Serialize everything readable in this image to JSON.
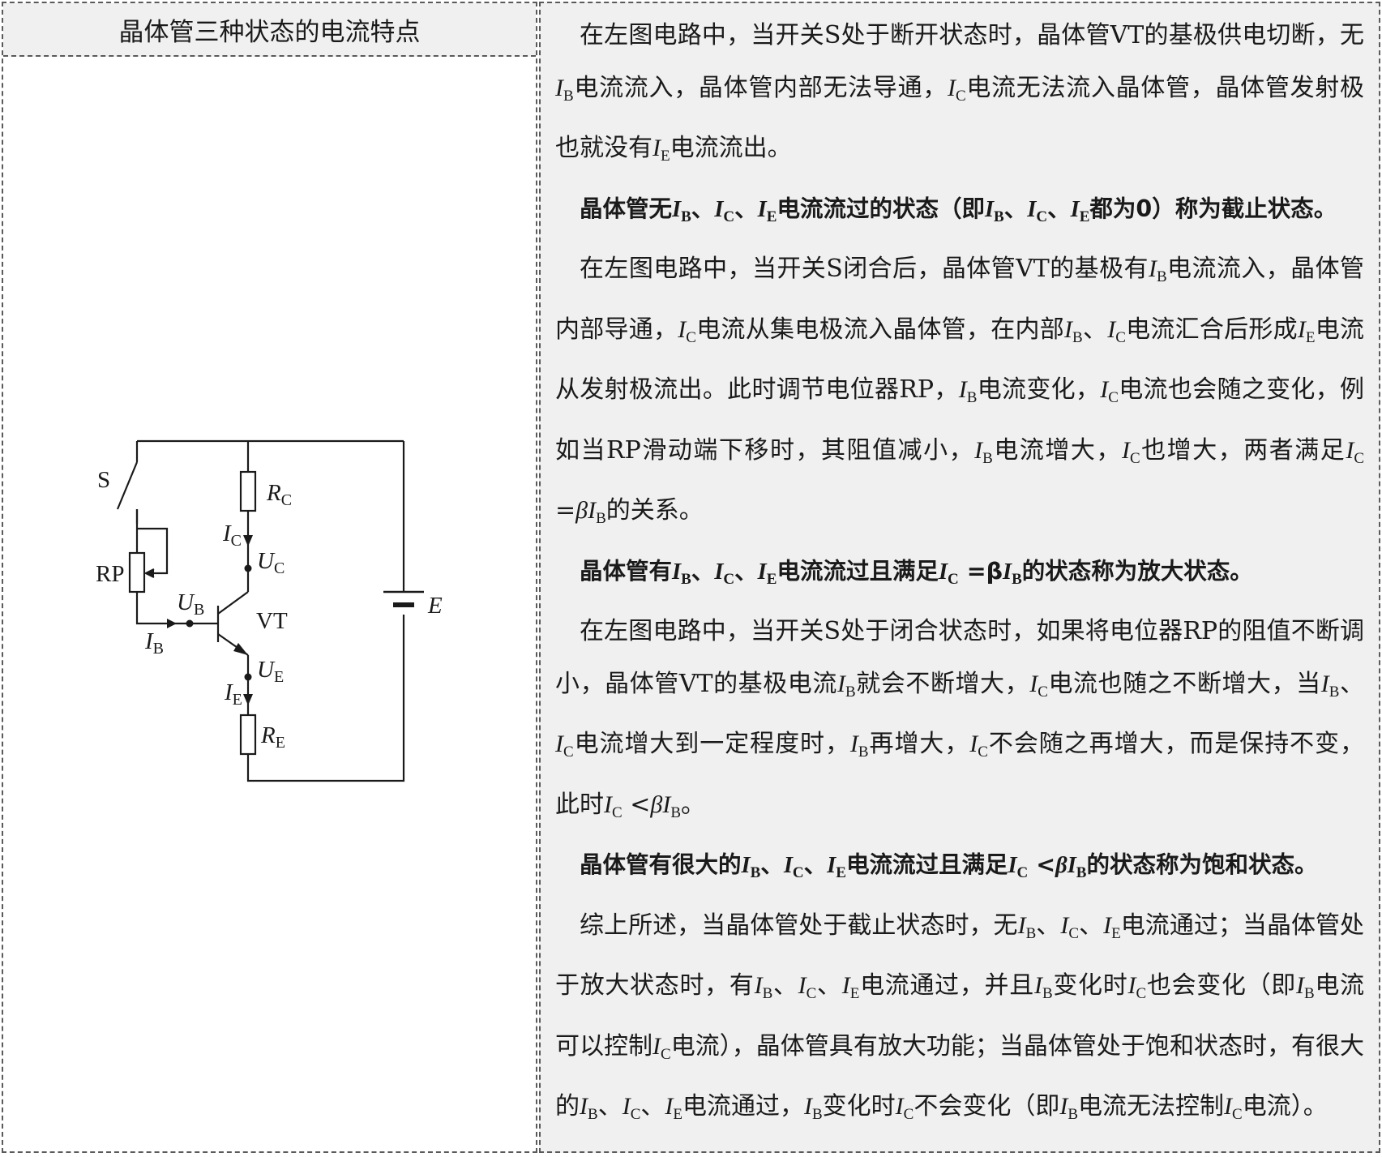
{
  "left": {
    "header": "晶体管三种状态的电流特点"
  },
  "circuit": {
    "labels": {
      "s": "S",
      "rp": "RP",
      "rc_main": "R",
      "rc_sub": "C",
      "ic_main": "I",
      "ic_sub": "C",
      "uc_main": "U",
      "uc_sub": "C",
      "ub_main": "U",
      "ub_sub": "B",
      "ib_main": "I",
      "ib_sub": "B",
      "vt": "VT",
      "ue_main": "U",
      "ue_sub": "E",
      "ie_main": "I",
      "ie_sub": "E",
      "re_main": "R",
      "re_sub": "E",
      "e": "E"
    }
  },
  "right": {
    "paragraphs": [
      {
        "bold": false,
        "segments": [
          {
            "t": "在左图电路中，当开关S处于断开状态时，晶体管VT的基极供电切断，无"
          },
          {
            "v": "I",
            "s": "B"
          },
          {
            "t": "电流流入，晶体管内部无法导通，"
          },
          {
            "v": "I",
            "s": "C"
          },
          {
            "t": "电流无法流入晶体管，晶体管发射极也就没有"
          },
          {
            "v": "I",
            "s": "E"
          },
          {
            "t": "电流流出。"
          }
        ]
      },
      {
        "bold": true,
        "segments": [
          {
            "t": "晶体管无"
          },
          {
            "v": "I",
            "s": "B"
          },
          {
            "t": "、"
          },
          {
            "v": "I",
            "s": "C"
          },
          {
            "t": "、"
          },
          {
            "v": "I",
            "s": "E"
          },
          {
            "t": "电流流过的状态（即"
          },
          {
            "v": "I",
            "s": "B"
          },
          {
            "t": "、"
          },
          {
            "v": "I",
            "s": "C"
          },
          {
            "t": "、"
          },
          {
            "v": "I",
            "s": "E"
          },
          {
            "t": "都为0）称为截止状态。"
          }
        ]
      },
      {
        "bold": false,
        "segments": [
          {
            "t": "在左图电路中，当开关S闭合后，晶体管VT的基极有"
          },
          {
            "v": "I",
            "s": "B"
          },
          {
            "t": "电流流入，晶体管内部导通，"
          },
          {
            "v": "I",
            "s": "C"
          },
          {
            "t": "电流从集电极流入晶体管，在内部"
          },
          {
            "v": "I",
            "s": "B"
          },
          {
            "t": "、"
          },
          {
            "v": "I",
            "s": "C"
          },
          {
            "t": "电流汇合后形成"
          },
          {
            "v": "I",
            "s": "E"
          },
          {
            "t": "电流从发射极流出。此时调节电位器RP，"
          },
          {
            "v": "I",
            "s": "B"
          },
          {
            "t": "电流变化，"
          },
          {
            "v": "I",
            "s": "C"
          },
          {
            "t": "电流也会随之变化，例如当RP滑动端下移时，其阻值减小，"
          },
          {
            "v": "I",
            "s": "B"
          },
          {
            "t": "电流增大，"
          },
          {
            "v": "I",
            "s": "C"
          },
          {
            "t": "也增大，两者满足"
          },
          {
            "v": "I",
            "s": "C"
          },
          {
            "t": " ="
          },
          {
            "v": "βI",
            "s": "B"
          },
          {
            "t": "的关系。"
          }
        ]
      },
      {
        "bold": true,
        "segments": [
          {
            "t": "晶体管有"
          },
          {
            "v": "I",
            "s": "B"
          },
          {
            "t": "、"
          },
          {
            "v": "I",
            "s": "C"
          },
          {
            "t": "、"
          },
          {
            "v": "I",
            "s": "E"
          },
          {
            "t": "电流流过且满足"
          },
          {
            "v": "I",
            "s": "C"
          },
          {
            "t": " =β"
          },
          {
            "v": "I",
            "s": "B"
          },
          {
            "t": "的状态称为放大状态。"
          }
        ]
      },
      {
        "bold": false,
        "segments": [
          {
            "t": "在左图电路中，当开关S处于闭合状态时，如果将电位器RP的阻值不断调小，晶体管VT的基极电流"
          },
          {
            "v": "I",
            "s": "B"
          },
          {
            "t": "就会不断增大，"
          },
          {
            "v": "I",
            "s": "C"
          },
          {
            "t": "电流也随之不断增大，当"
          },
          {
            "v": "I",
            "s": "B"
          },
          {
            "t": "、"
          },
          {
            "v": "I",
            "s": "C"
          },
          {
            "t": "电流增大到一定程度时，"
          },
          {
            "v": "I",
            "s": "B"
          },
          {
            "t": "再增大，"
          },
          {
            "v": "I",
            "s": "C"
          },
          {
            "t": "不会随之再增大，而是保持不变，此时"
          },
          {
            "v": "I",
            "s": "C"
          },
          {
            "t": " <"
          },
          {
            "v": "βI",
            "s": "B"
          },
          {
            "t": "。"
          }
        ]
      },
      {
        "bold": true,
        "segments": [
          {
            "t": "晶体管有很大的"
          },
          {
            "v": "I",
            "s": "B"
          },
          {
            "t": "、"
          },
          {
            "v": "I",
            "s": "C"
          },
          {
            "t": "、"
          },
          {
            "v": "I",
            "s": "E"
          },
          {
            "t": "电流流过且满足"
          },
          {
            "v": "I",
            "s": "C"
          },
          {
            "t": " <"
          },
          {
            "v": "βI",
            "s": "B"
          },
          {
            "t": "的状态称为饱和状态。"
          }
        ]
      },
      {
        "bold": false,
        "segments": [
          {
            "t": "综上所述，当晶体管处于截止状态时，无"
          },
          {
            "v": "I",
            "s": "B"
          },
          {
            "t": "、"
          },
          {
            "v": "I",
            "s": "C"
          },
          {
            "t": "、"
          },
          {
            "v": "I",
            "s": "E"
          },
          {
            "t": "电流通过；当晶体管处于放大状态时，有"
          },
          {
            "v": "I",
            "s": "B"
          },
          {
            "t": "、"
          },
          {
            "v": "I",
            "s": "C"
          },
          {
            "t": "、"
          },
          {
            "v": "I",
            "s": "E"
          },
          {
            "t": "电流通过，并且"
          },
          {
            "v": "I",
            "s": "B"
          },
          {
            "t": "变化时"
          },
          {
            "v": "I",
            "s": "C"
          },
          {
            "t": "也会变化（即"
          },
          {
            "v": "I",
            "s": "B"
          },
          {
            "t": "电流可以控制"
          },
          {
            "v": "I",
            "s": "C"
          },
          {
            "t": "电流），晶体管具有放大功能；当晶体管处于饱和状态时，有很大的"
          },
          {
            "v": "I",
            "s": "B"
          },
          {
            "t": "、"
          },
          {
            "v": "I",
            "s": "C"
          },
          {
            "t": "、"
          },
          {
            "v": "I",
            "s": "E"
          },
          {
            "t": "电流通过，"
          },
          {
            "v": "I",
            "s": "B"
          },
          {
            "t": "变化时"
          },
          {
            "v": "I",
            "s": "C"
          },
          {
            "t": "不会变化（即"
          },
          {
            "v": "I",
            "s": "B"
          },
          {
            "t": "电流无法控制"
          },
          {
            "v": "I",
            "s": "C"
          },
          {
            "t": "电流）。"
          }
        ]
      }
    ]
  }
}
